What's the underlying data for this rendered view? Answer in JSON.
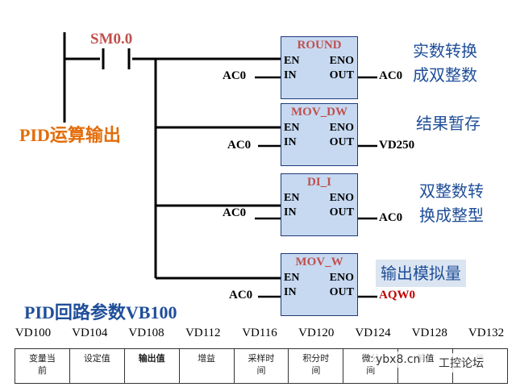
{
  "contact": {
    "label": "SM0.0"
  },
  "pid_output_label": "PID运算输出",
  "blocks": [
    {
      "name": "ROUND",
      "en": "EN",
      "eno": "ENO",
      "in": "IN",
      "out": "OUT",
      "in_operand": "AC0",
      "out_operand": "AC0",
      "comment": [
        "实数转换",
        "成双整数"
      ]
    },
    {
      "name": "MOV_DW",
      "en": "EN",
      "eno": "ENO",
      "in": "IN",
      "out": "OUT",
      "in_operand": "AC0",
      "out_operand": "VD250",
      "comment": [
        "结果暂存"
      ]
    },
    {
      "name": "DI_I",
      "en": "EN",
      "eno": "ENO",
      "in": "IN",
      "out": "OUT",
      "in_operand": "AC0",
      "out_operand": "AC0",
      "comment": [
        "双整数转",
        "换成整型"
      ]
    },
    {
      "name": "MOV_W",
      "en": "EN",
      "eno": "ENO",
      "in": "IN",
      "out": "OUT",
      "in_operand": "AC0",
      "out_operand": "AQW0",
      "comment": [
        "输出模拟量"
      ]
    }
  ],
  "param_title": "PID回路参数VB100",
  "addresses": [
    "VD100",
    "VD104",
    "VD108",
    "VD112",
    "VD116",
    "VD120",
    "VD124",
    "VD128",
    "VD132"
  ],
  "param_table": [
    [
      "变量当",
      "前"
    ],
    [
      "设定值"
    ],
    [
      "输出值"
    ],
    [
      "增益"
    ],
    [
      "采样时",
      "间"
    ],
    [
      "积分时",
      "间"
    ],
    [
      "微分",
      "间"
    ],
    [
      "",
      "前值"
    ],
    [
      "",
      "值"
    ]
  ],
  "watermark": "ybx8.cn",
  "watermark_forum": "工控论坛"
}
